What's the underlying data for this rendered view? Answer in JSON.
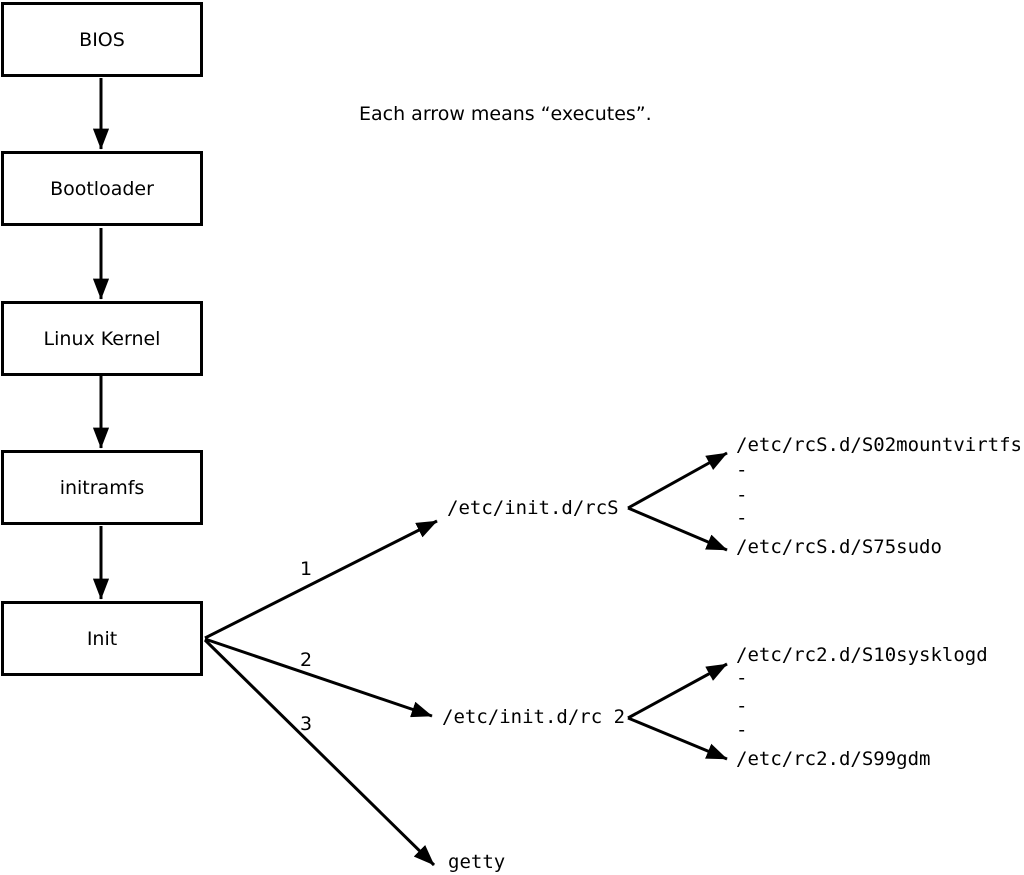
{
  "caption": "Each arrow means “executes”.",
  "boxes": [
    {
      "label": "BIOS"
    },
    {
      "label": "Bootloader"
    },
    {
      "label": "Linux Kernel"
    },
    {
      "label": "initramfs"
    },
    {
      "label": "Init"
    }
  ],
  "branch_labels": {
    "one": "1",
    "two": "2",
    "three": "3"
  },
  "targets": {
    "rcS": "/etc/init.d/rcS",
    "rc2": "/etc/init.d/rc 2",
    "getty": "getty"
  },
  "rcS_children": {
    "first": "/etc/rcS.d/S02mountvirtfs",
    "ellipsis": "-",
    "last": "/etc/rcS.d/S75sudo"
  },
  "rc2_children": {
    "first": "/etc/rc2.d/S10sysklogd",
    "ellipsis": "-",
    "last": "/etc/rc2.d/S99gdm"
  },
  "colors": {
    "line": "#000000",
    "background": "#ffffff"
  }
}
